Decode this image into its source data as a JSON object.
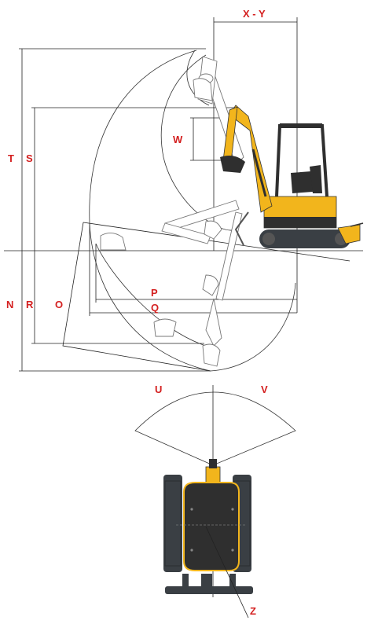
{
  "labels": {
    "xy": "X - Y",
    "t": "T",
    "s": "S",
    "w": "W",
    "n": "N",
    "r": "R",
    "o": "O",
    "p": "P",
    "q": "Q",
    "u": "U",
    "v": "V",
    "z": "Z"
  },
  "colors": {
    "label": "#d42020",
    "machine_yellow": "#f2b51c",
    "machine_dark": "#2f2f2f",
    "track": "#3a3f44",
    "lines": "#222222"
  }
}
